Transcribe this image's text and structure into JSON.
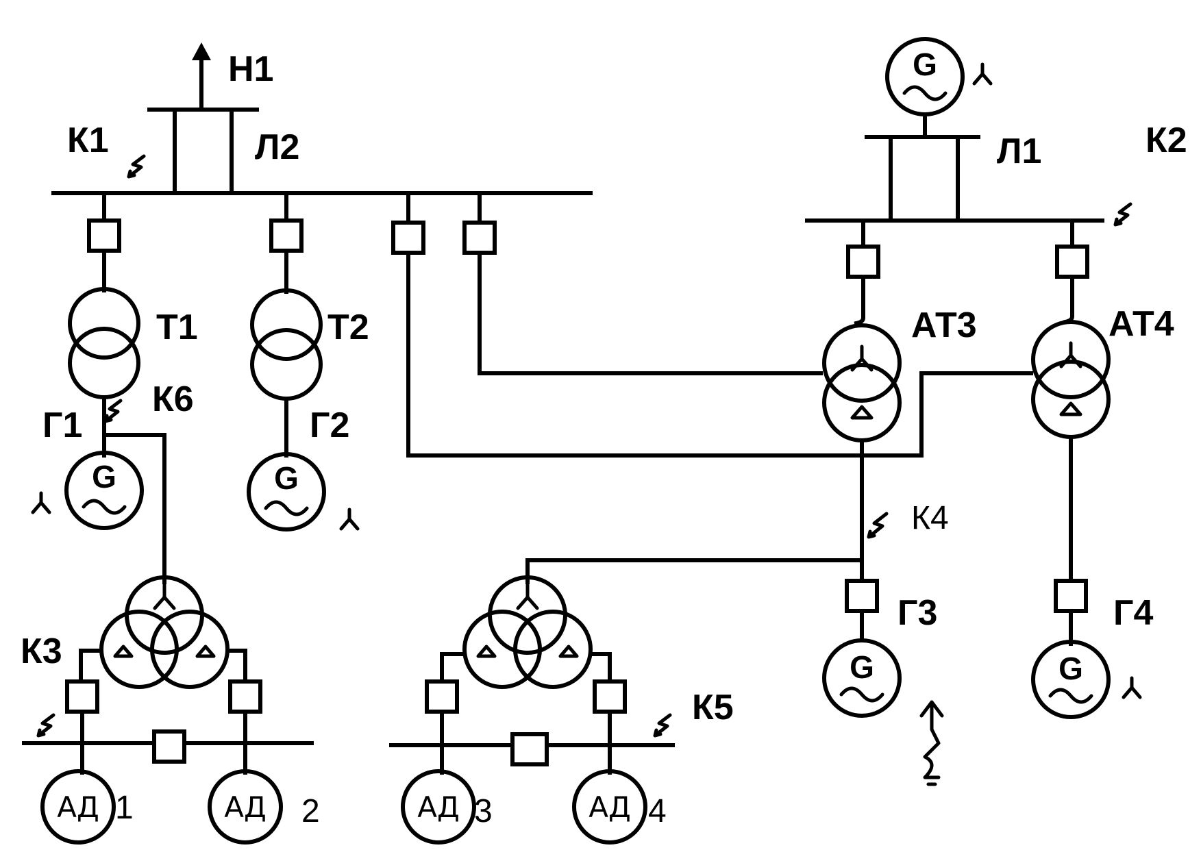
{
  "labels": {
    "load_n1": "Н1",
    "fault_k1": "К1",
    "line_l2": "Л2",
    "line_l1": "Л1",
    "fault_k2": "К2",
    "trans_t1": "Т1",
    "trans_t2": "Т2",
    "fault_k6": "К6",
    "gen_g1": "Г1",
    "gen_g2": "Г2",
    "autotrans_at3": "АТ3",
    "autotrans_at4": "АТ4",
    "fault_k4": "К4",
    "gen_g3": "Г3",
    "gen_g4": "Г4",
    "fault_k3": "К3",
    "fault_k5": "К5",
    "motor_1_num": "1",
    "motor_2_num": "2",
    "motor_3_num": "3",
    "motor_4_num": "4"
  },
  "symbols": {
    "generator": "G",
    "motor": "АД"
  }
}
